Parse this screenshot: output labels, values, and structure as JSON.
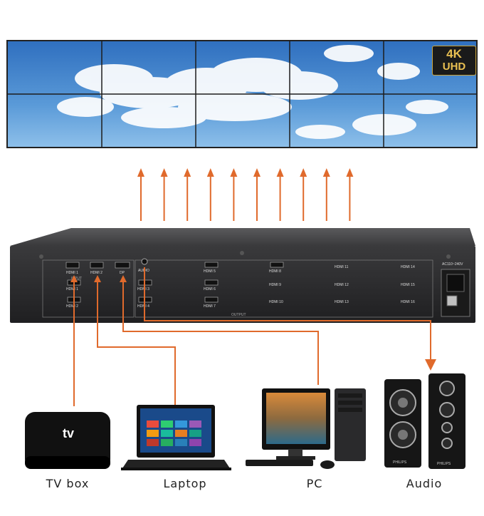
{
  "badge": {
    "line1": "4K",
    "line2": "UHD"
  },
  "processor": {
    "input_label": "INPUT",
    "output_label": "OUTPUT",
    "power_label": "AC110~240V",
    "inputs": [
      "HDMI 1",
      "HDMI 2",
      "DP",
      "AUDIO"
    ],
    "outputs": [
      "HDMI 1",
      "HDMI 2",
      "HDMI 3",
      "HDMI 4",
      "HDMI 5",
      "HDMI 6",
      "HDMI 7",
      "HDMI 8",
      "HDMI 9",
      "HDMI 10",
      "HDMI 11",
      "HDMI 12",
      "HDMI 13",
      "HDMI 14",
      "HDMI 15",
      "HDMI 16"
    ]
  },
  "devices": {
    "tvbox": {
      "brand": "tv",
      "label": "TV box"
    },
    "laptop": {
      "label": "Laptop"
    },
    "pc": {
      "label": "PC"
    },
    "audio": {
      "brand": "PHILIPS",
      "label": "Audio"
    }
  },
  "colors": {
    "arrow": "#e06a2c",
    "chassis": "#2b2b2d",
    "sky": "#3f7fc7"
  }
}
